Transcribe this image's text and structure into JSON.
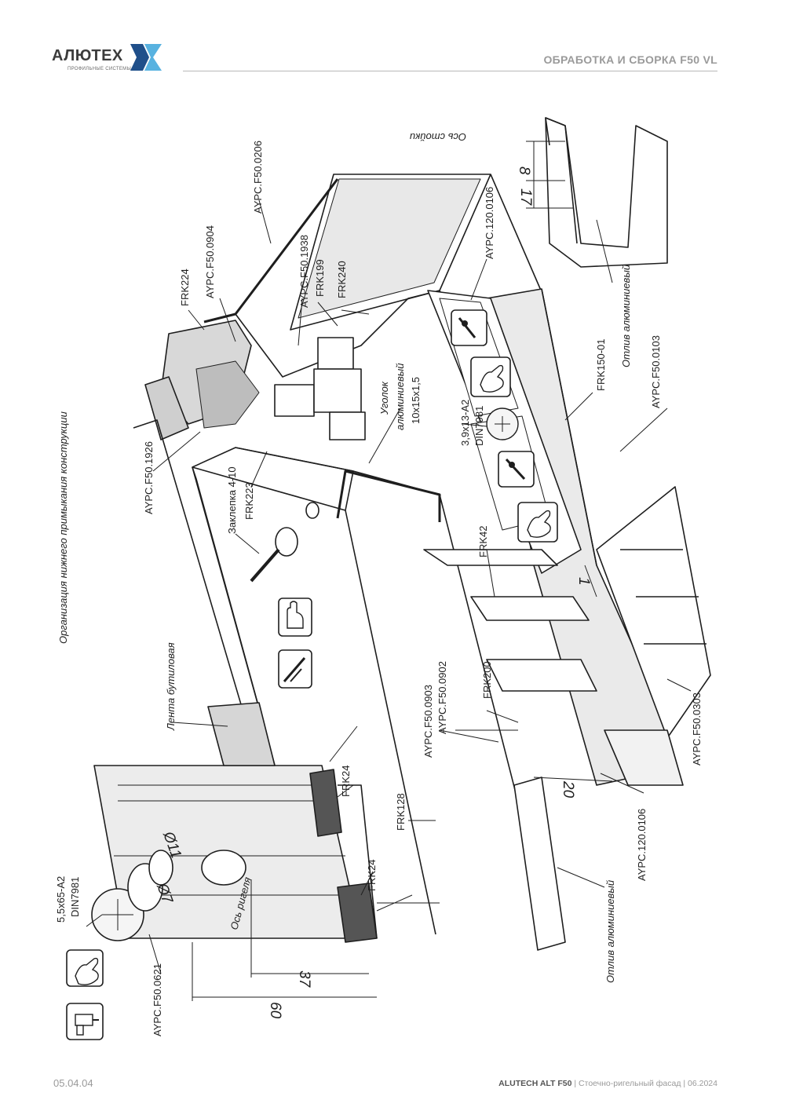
{
  "header": {
    "brand_name": "АЛЮТЕХ",
    "brand_tagline": "ПРОФИЛЬНЫЕ СИСТЕМЫ",
    "section_title": "ОБРАБОТКА И СБОРКА F50 VL",
    "colors": {
      "mark_dark": "#1f4f8a",
      "mark_light": "#58b2e0",
      "rule": "#b8b8b8"
    }
  },
  "drawing": {
    "title": "Организация нижнего примыкания конструкции",
    "labels": {
      "aypc_f50_0206": "AYPC.F50.0206",
      "aypc_120_0106_top": "AYPC.120.0106",
      "aypc_f50_0904": "AYPC.F50.0904",
      "frk224": "FRK224",
      "aypc_f50_1938": "AYPC.F50.1938",
      "frk199": "FRK199",
      "frk240": "FRK240",
      "corner_line1": "Уголок",
      "corner_line2": "алюминиевый",
      "corner_line3": "10х15х1,5",
      "screw_39_line1": "3,9х13-А2",
      "screw_39_line2": "DIN7981",
      "frk150": "FRK150-01",
      "aypc_f50_0103": "AYPC.F50.0103",
      "otliv_right": "Отлив алюминиевый",
      "stoyka_axis": "Ось стойки",
      "aypc_f50_1926": "AYPC.F50.1926",
      "rivet": "Заклепка 4-10",
      "frk223": "FRK223",
      "frk42": "FRK42",
      "butyl": "Лента бутиловая",
      "aypc_f50_0903": "AYPC.F50.0903",
      "aypc_f50_0902": "AYPC.F50.0902",
      "frk200": "FRK200",
      "frk24_top": "FRK24",
      "frk24_bottom": "FRK24",
      "frk128": "FRK128",
      "screw_55_line1": "5,5х65-А2",
      "screw_55_line2": "DIN7981",
      "rigel_axis": "Ось ригеля",
      "aypc_f50_0621": "AYPC.F50.0621",
      "aypc_120_0106_bottom": "AYPC.120.0106",
      "otliv_bottom": "Отлив алюминиевый",
      "aypc_f50_0303": "AYPC.F50.0303"
    },
    "dimensions": {
      "d8": "8",
      "d17": "17",
      "d1": "1",
      "d20": "20",
      "d37": "37",
      "d60": "60",
      "dia11": "Ø11",
      "dia7": "Ø7"
    },
    "icons": [
      "hand-pointing-icon",
      "riveter-icon",
      "sealant-gun-icon",
      "drill-icon"
    ]
  },
  "footer": {
    "page_code": "05.04.04",
    "product": "ALUTECH ALT F50",
    "description": " | Стоечно-ригельный фасад | 06.2024"
  }
}
